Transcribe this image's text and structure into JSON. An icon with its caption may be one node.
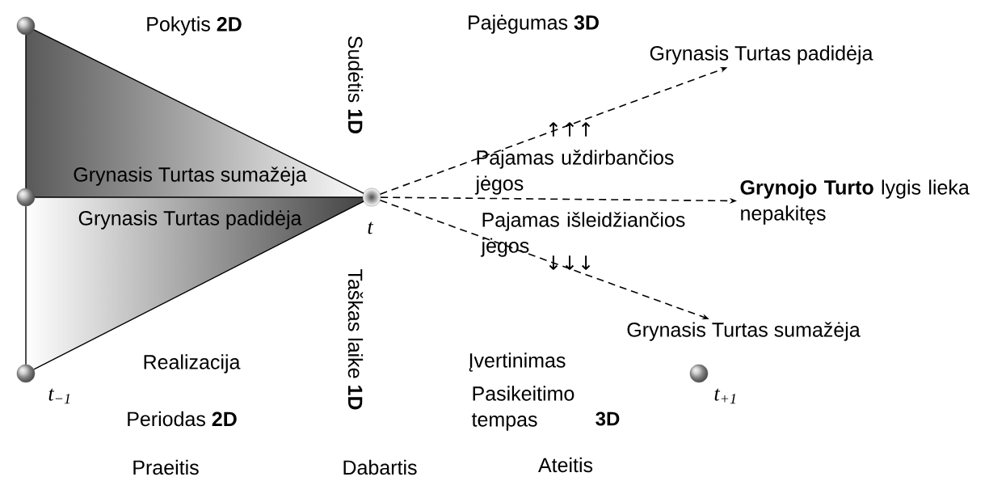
{
  "diagram": {
    "nodes": [
      {
        "text": [],
        "shape": "circle"
      },
      {
        "text": [],
        "shape": "circle"
      },
      {
        "text": [],
        "shape": "circle",
        "beside": [
          "t$_{−1}$"
        ]
      },
      {
        "text": [],
        "shape": "circle",
        "beside": [
          "t"
        ]
      },
      {
        "text": [
          "Grynasis Turtas padidėja"
        ]
      },
      {
        "text": [
          "**Grynojo Turto** lygis lieka nepakitęs"
        ]
      },
      {
        "text": [
          "Grynasis Turtas sumažėja"
        ]
      },
      {
        "text": [],
        "shape": "circle",
        "beside": [
          "t$_{+1}$"
        ]
      }
    ],
    "edges": [
      {
        "from": 0,
        "to": 1,
        "arrow": "none"
      },
      {
        "from": 1,
        "to": 2,
        "arrow": "none"
      },
      {
        "from": 0,
        "to": 3,
        "arrow": "none"
      },
      {
        "from": 1,
        "to": 3,
        "arrow": "none"
      },
      {
        "from": 2,
        "to": 3,
        "arrow": "none"
      },
      {
        "from": 3,
        "to": 4,
        "arrow": "to",
        "style": "dashed"
      },
      {
        "from": 3,
        "to": 5,
        "arrow": "to",
        "style": "dashed"
      },
      {
        "from": 3,
        "to": 6,
        "arrow": "to",
        "style": "dashed"
      }
    ],
    "labels": [
      "Pokytis **2D**",
      "Sudėtis **1D**",
      "Pajėgumas **3D**",
      "Grynasis Turtas sumažėja",
      "Grynasis Turtas padidėja",
      "↑↑↑",
      "Pajamas uždirbančios jėgos",
      "Pajamas išleidžiančios jėgos",
      "↓↓↓",
      "Taškas laike **1D**",
      "Realizacija",
      "Įvertinimas",
      "Periodas **2D**",
      "Pasikeitimo tempas",
      "3D",
      "Praeitis",
      "Dabartis",
      "Ateitis"
    ]
  }
}
